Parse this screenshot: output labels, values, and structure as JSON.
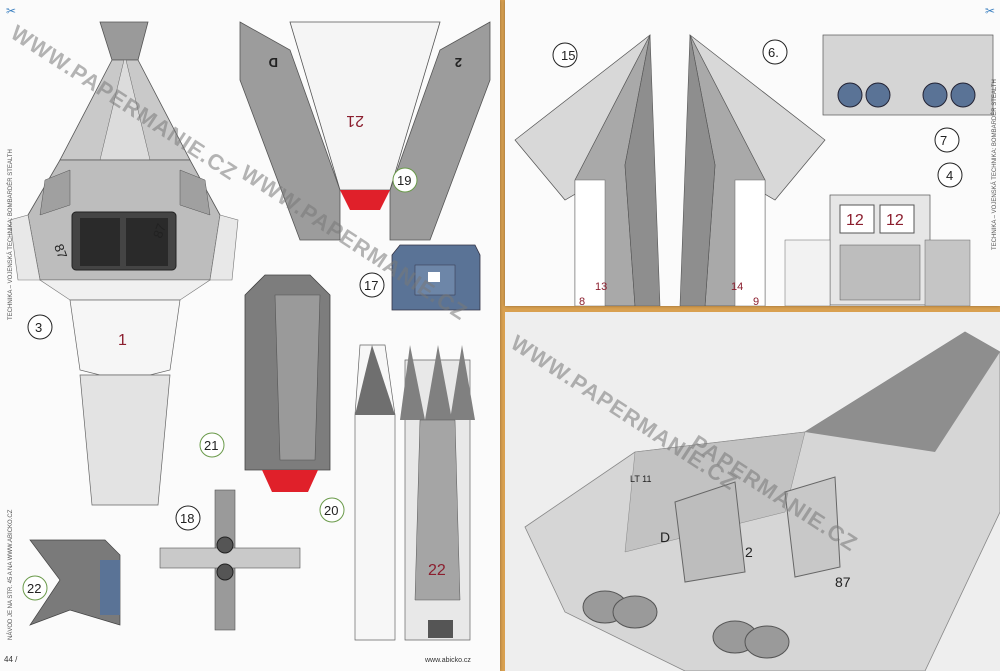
{
  "watermark": "WWW.PAPERMANIE.CZ",
  "watermark_short": "PAPERMANIE.CZ",
  "left_sheet": {
    "side_text": "TECHNIKA – VOJENSKÁ TECHNIKA: BOMBARDÉR STEALTH",
    "side_text_bottom": "NÁVOD JE NA STR. 45 A NA WWW.ABICKO.CZ",
    "page_number": "44 /",
    "footer_url": "www.abicko.cz",
    "step_labels": [
      "3",
      "17",
      "18",
      "19",
      "20",
      "21",
      "22"
    ],
    "piece_labels": {
      "part1": "1",
      "part21": "21",
      "part22": "22",
      "wing_d": "D",
      "wing_2": "2",
      "nose_87_left": "87",
      "nose_87_right": "87"
    }
  },
  "right_sheet": {
    "side_text": "TECHNIKA – VOJENSKÁ TECHNIKA: BOMBARDÉR STEALTH",
    "step_labels": [
      "4",
      "6.",
      "7",
      "15"
    ],
    "piece_labels": {
      "n13": "13",
      "n14": "14",
      "n8": "8",
      "n9": "9",
      "n12a": "12",
      "n12b": "12"
    }
  },
  "photo": {
    "markings": [
      "D",
      "2",
      "87",
      "LT 11"
    ]
  },
  "colors": {
    "accent_red": "#e0202a",
    "steel_blue": "#5a7396",
    "background": "#d9a050"
  }
}
